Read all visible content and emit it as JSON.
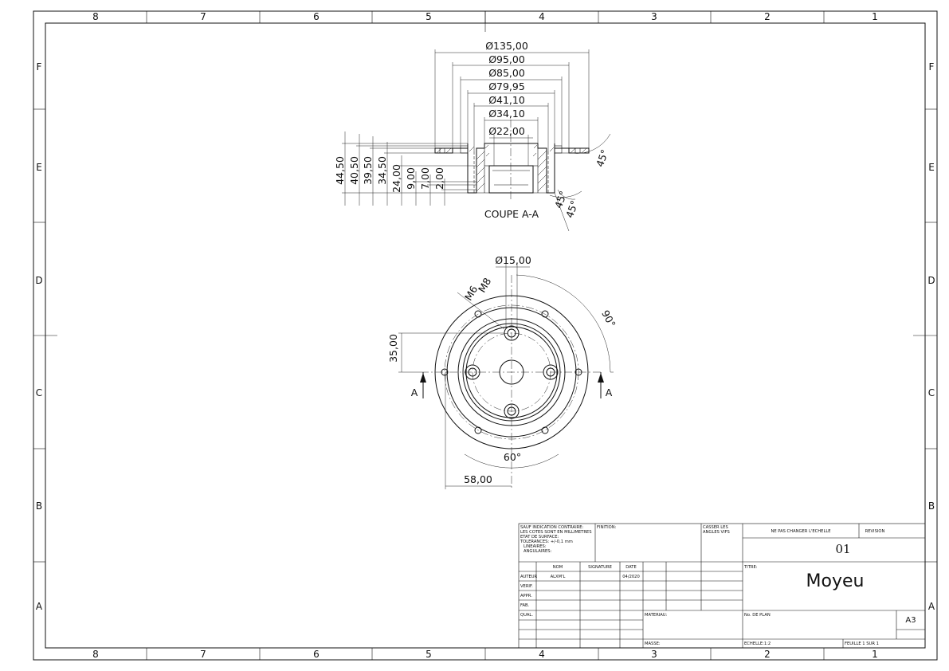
{
  "border": {
    "col_labels": [
      "8",
      "7",
      "6",
      "5",
      "4",
      "3",
      "2",
      "1"
    ],
    "row_labels": [
      "F",
      "E",
      "D",
      "C",
      "B",
      "A"
    ]
  },
  "section_view": {
    "label": "COUPE A-A",
    "diameters": [
      "Ø135,00",
      "Ø95,00",
      "Ø85,00",
      "Ø79,95",
      "Ø41,10",
      "Ø34,10",
      "Ø22,00"
    ],
    "heights": [
      "44,50",
      "40,50",
      "39,50",
      "34,50",
      "24,00",
      "9,00",
      "7,00",
      "2,00"
    ],
    "chamfers": [
      "45°",
      "45°",
      "45°"
    ]
  },
  "front_view": {
    "hole_dia": "Ø15,00",
    "thread_m8": "M8",
    "thread_m6": "M6",
    "angle_90": "90°",
    "angle_60": "60°",
    "dim_35": "35,00",
    "dim_58": "58,00",
    "section_mark": "A"
  },
  "title_block": {
    "notes": [
      "SAUF INDICATION CONTRAIRE:",
      "LES COTES SONT EN MILLIMETRES",
      "ETAT DE SURFACE:",
      "TOLERANCES: +/-0,1 mm",
      "LINEAIRES:",
      "ANGULAIRES:"
    ],
    "finition": "FINITION:",
    "casser": [
      "CASSER LES",
      "ANGLES VIFS"
    ],
    "scale_note": "NE PAS CHANGER L'ECHELLE",
    "revision_label": "REVISION",
    "revision": "01",
    "col_nom": "NOM",
    "col_signature": "SIGNATURE",
    "col_date": "DATE",
    "rows": [
      "AUTEUR",
      "VERIF.",
      "APPR.",
      "FAB.",
      "QUAL."
    ],
    "author": "ALXM'L",
    "date": "04/2020",
    "title_label": "TITRE:",
    "title": "Moyeu",
    "material_label": "MATERIAU:",
    "plan_label": "No. DE PLAN",
    "format": "A3",
    "mass_label": "MASSE:",
    "scale": "ECHELLE:1:2",
    "sheet": "FEUILLE 1 SUR 1"
  }
}
